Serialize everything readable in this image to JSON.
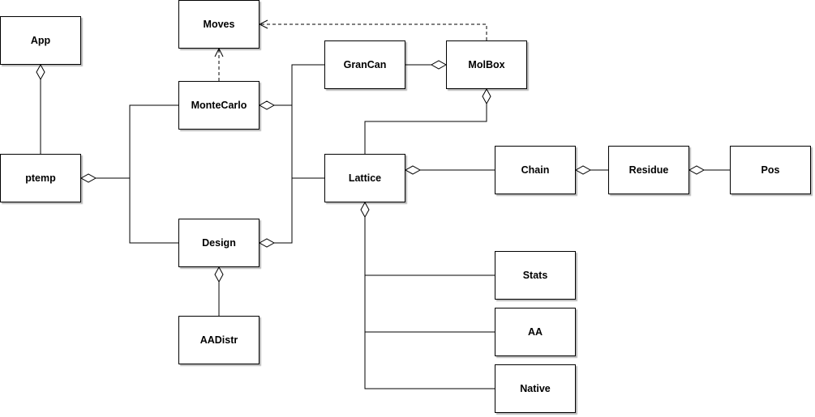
{
  "classes": [
    {
      "id": "app",
      "label": "App"
    },
    {
      "id": "moves",
      "label": "Moves"
    },
    {
      "id": "grancan",
      "label": "GranCan"
    },
    {
      "id": "molbox",
      "label": "MolBox"
    },
    {
      "id": "montecarlo",
      "label": "MonteCarlo"
    },
    {
      "id": "ptemp",
      "label": "ptemp"
    },
    {
      "id": "lattice",
      "label": "Lattice"
    },
    {
      "id": "chain",
      "label": "Chain"
    },
    {
      "id": "residue",
      "label": "Residue"
    },
    {
      "id": "pos",
      "label": "Pos"
    },
    {
      "id": "design",
      "label": "Design"
    },
    {
      "id": "aadistr",
      "label": "AADistr"
    },
    {
      "id": "stats",
      "label": "Stats"
    },
    {
      "id": "aa",
      "label": "AA"
    },
    {
      "id": "native",
      "label": "Native"
    }
  ],
  "relations": [
    {
      "from": "ptemp",
      "to": "app",
      "kind": "aggregation"
    },
    {
      "from": "montecarlo",
      "to": "ptemp",
      "kind": "aggregation"
    },
    {
      "from": "design",
      "to": "ptemp",
      "kind": "aggregation"
    },
    {
      "from": "montecarlo",
      "to": "moves",
      "kind": "dependency"
    },
    {
      "from": "molbox",
      "to": "moves",
      "kind": "dependency"
    },
    {
      "from": "grancan",
      "to": "molbox",
      "kind": "aggregation"
    },
    {
      "from": "grancan",
      "to": "montecarlo",
      "kind": "aggregation"
    },
    {
      "from": "lattice",
      "to": "montecarlo",
      "kind": "aggregation"
    },
    {
      "from": "lattice",
      "to": "design",
      "kind": "aggregation"
    },
    {
      "from": "lattice",
      "to": "molbox",
      "kind": "aggregation"
    },
    {
      "from": "chain",
      "to": "lattice",
      "kind": "aggregation"
    },
    {
      "from": "residue",
      "to": "chain",
      "kind": "aggregation"
    },
    {
      "from": "pos",
      "to": "residue",
      "kind": "aggregation"
    },
    {
      "from": "aadistr",
      "to": "design",
      "kind": "aggregation"
    },
    {
      "from": "stats",
      "to": "lattice",
      "kind": "aggregation"
    },
    {
      "from": "aa",
      "to": "lattice",
      "kind": "aggregation"
    },
    {
      "from": "native",
      "to": "lattice",
      "kind": "aggregation"
    }
  ]
}
